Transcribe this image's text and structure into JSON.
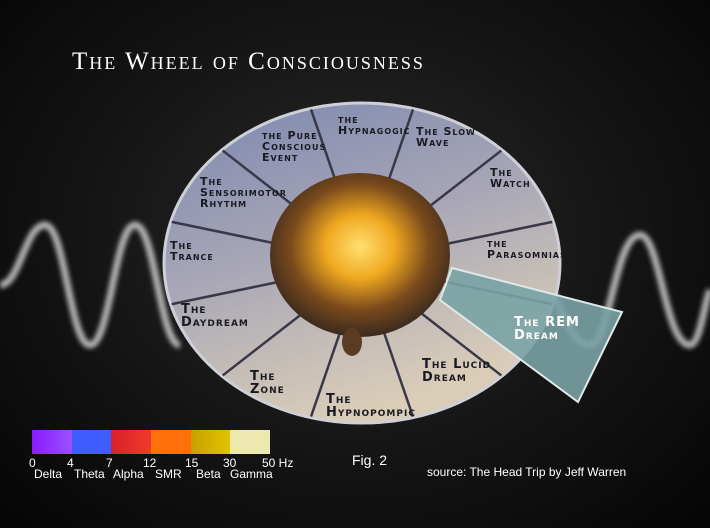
{
  "title": "The Wheel of Consciousness",
  "segments": [
    {
      "label": "the Hypnagogic"
    },
    {
      "label": "The Slow Wave"
    },
    {
      "label": "The Watch"
    },
    {
      "label": "the Parasomnias"
    },
    {
      "label": "The REM Dream"
    },
    {
      "label": "The Lucid Dream"
    },
    {
      "label": "The Hypnopompic"
    },
    {
      "label": "The Zone"
    },
    {
      "label": "The Daydream"
    },
    {
      "label": "The Trance"
    },
    {
      "label": "The Sensorimotor Rhythm"
    },
    {
      "label": "the Pure Conscious Event"
    }
  ],
  "highlighted_segment": "The REM Dream",
  "legend": {
    "ticks": [
      "0",
      "4",
      "7",
      "12",
      "15",
      "30",
      "50 Hz"
    ],
    "bands": [
      {
        "name": "Delta",
        "color": "#8a2cff"
      },
      {
        "name": "Theta",
        "color": "#3f5cff"
      },
      {
        "name": "Alpha",
        "color": "#e8262a"
      },
      {
        "name": "SMR",
        "color": "#ff6f0a"
      },
      {
        "name": "Beta",
        "color": "#d4b000"
      },
      {
        "name": "Gamma",
        "color": "#ece8b0"
      }
    ]
  },
  "figure_label": "Fig. 2",
  "source": "source: The Head Trip by Jeff Warren"
}
